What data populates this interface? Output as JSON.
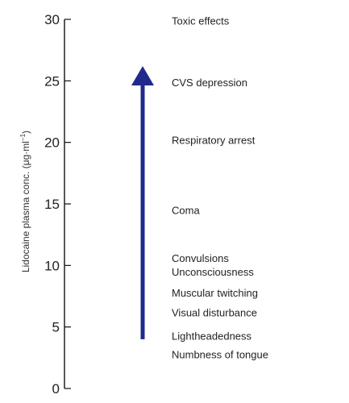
{
  "axis": {
    "label_main": "Lidocaine plasma conc. (μg·ml",
    "label_sup": "−1",
    "label_end": ")",
    "min": 0,
    "max": 30,
    "ticks": [
      "0",
      "5",
      "10",
      "15",
      "20",
      "25",
      "30"
    ]
  },
  "effects": [
    {
      "label": "Toxic effects",
      "value": 29.9
    },
    {
      "label": "CVS depression",
      "value": 24.9
    },
    {
      "label": "Respiratory arrest",
      "value": 20.2
    },
    {
      "label": "Coma",
      "value": 14.5
    },
    {
      "label": "Convulsions",
      "value": 10.6
    },
    {
      "label": "Unconsciousness",
      "value": 9.5
    },
    {
      "label": "Muscular twitching",
      "value": 7.8
    },
    {
      "label": "Visual disturbance",
      "value": 6.2
    },
    {
      "label": "Lightheadedness",
      "value": 4.3
    },
    {
      "label": "Numbness of tongue",
      "value": 2.8
    }
  ],
  "arrow": {
    "from": 4.0,
    "to": 26.2
  },
  "colors": {
    "arrow": "#1f2a8a",
    "axis": "#111111",
    "text": "#222222"
  }
}
